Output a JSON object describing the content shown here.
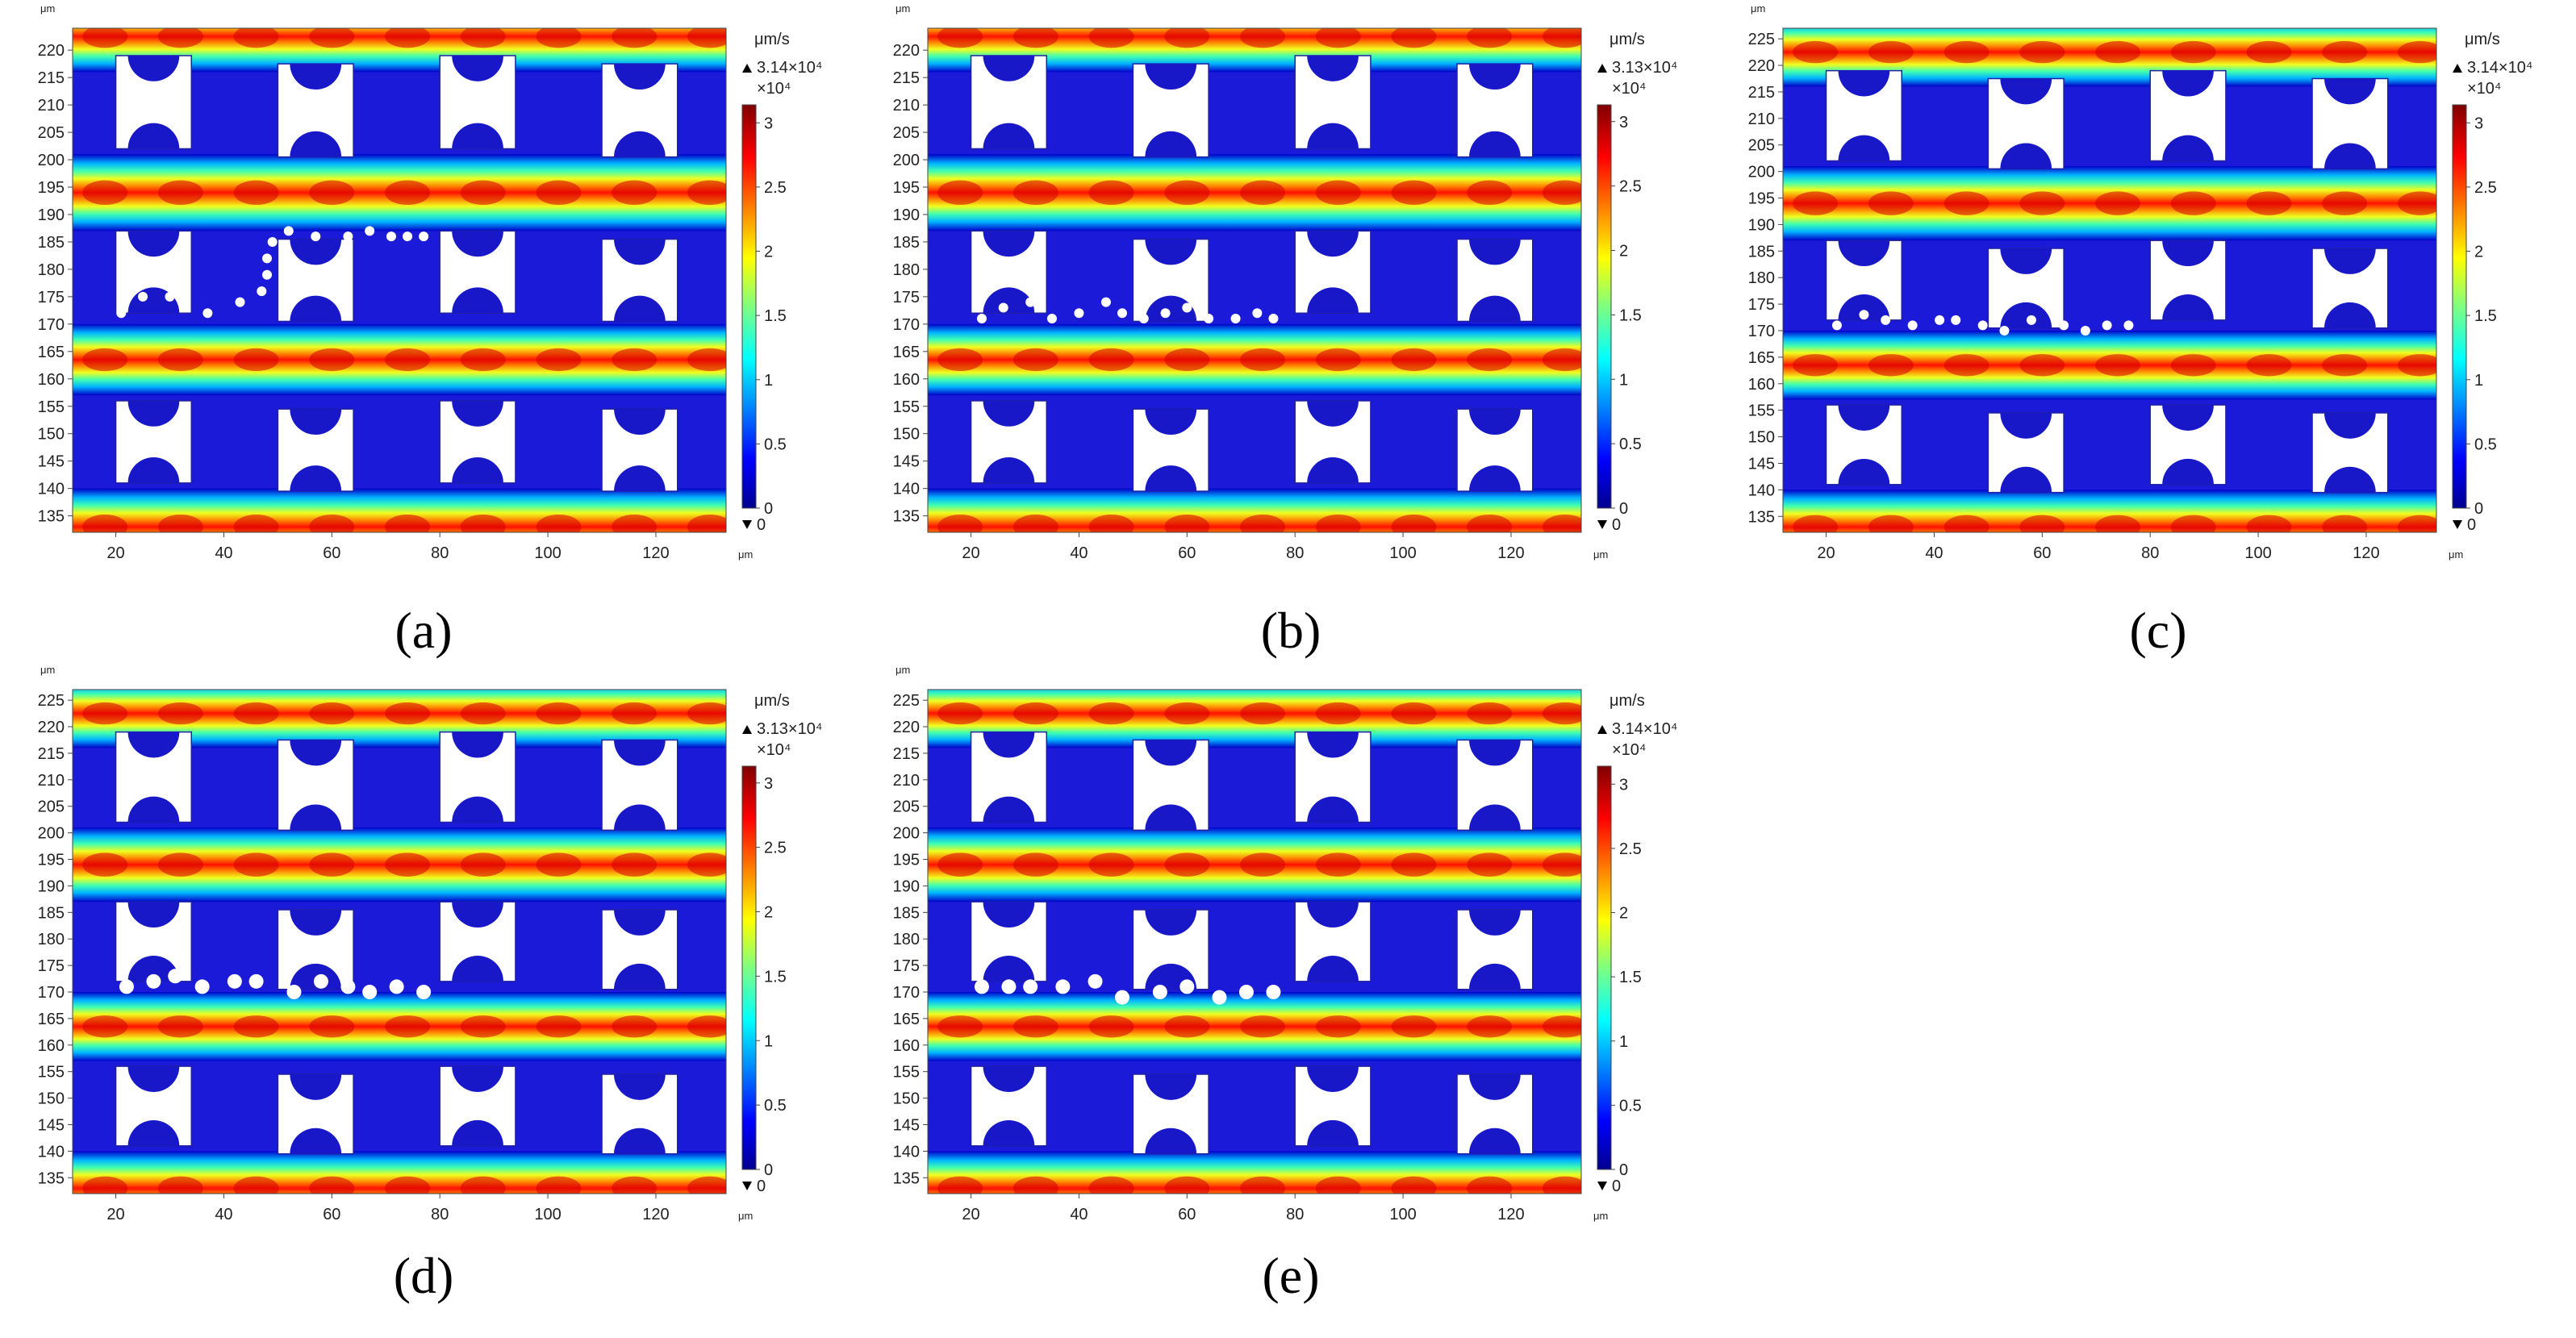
{
  "chart_data": [
    {
      "type": "heatmap",
      "caption": "(a)",
      "x_unit": "μm",
      "y_unit": "μm",
      "xlim": [
        12,
        133
      ],
      "ylim": [
        132,
        224
      ],
      "x_ticks": [
        20,
        40,
        60,
        80,
        100,
        120
      ],
      "y_ticks": [
        135,
        140,
        145,
        150,
        155,
        160,
        165,
        170,
        175,
        180,
        185,
        190,
        195,
        200,
        205,
        210,
        215,
        220
      ],
      "colorbar": {
        "unit": "μm/s",
        "max_label": "3.14×10⁴",
        "multiplier": "×10⁴",
        "min_label": "0",
        "ticks": [
          "0",
          "0.5",
          "1",
          "1.5",
          "2",
          "2.5",
          "3"
        ],
        "range": [
          0,
          3.14
        ]
      },
      "particle_trajectory": [
        [
          21,
          172
        ],
        [
          25,
          175
        ],
        [
          30,
          175
        ],
        [
          37,
          172
        ],
        [
          43,
          174
        ],
        [
          47,
          176
        ],
        [
          48,
          179
        ],
        [
          48,
          182
        ],
        [
          49,
          185
        ],
        [
          52,
          187
        ],
        [
          57,
          186
        ],
        [
          63,
          186
        ],
        [
          67,
          187
        ],
        [
          71,
          186
        ],
        [
          74,
          186
        ],
        [
          77,
          186
        ]
      ]
    },
    {
      "type": "heatmap",
      "caption": "(b)",
      "x_unit": "μm",
      "y_unit": "μm",
      "xlim": [
        12,
        133
      ],
      "ylim": [
        132,
        224
      ],
      "x_ticks": [
        20,
        40,
        60,
        80,
        100,
        120
      ],
      "y_ticks": [
        135,
        140,
        145,
        150,
        155,
        160,
        165,
        170,
        175,
        180,
        185,
        190,
        195,
        200,
        205,
        210,
        215,
        220
      ],
      "colorbar": {
        "unit": "μm/s",
        "max_label": "3.13×10⁴",
        "multiplier": "×10⁴",
        "min_label": "0",
        "ticks": [
          "0",
          "0.5",
          "1",
          "1.5",
          "2",
          "2.5",
          "3"
        ],
        "range": [
          0,
          3.13
        ]
      },
      "particle_trajectory": [
        [
          22,
          171
        ],
        [
          26,
          173
        ],
        [
          31,
          174
        ],
        [
          35,
          171
        ],
        [
          40,
          172
        ],
        [
          45,
          174
        ],
        [
          48,
          172
        ],
        [
          52,
          171
        ],
        [
          56,
          172
        ],
        [
          60,
          173
        ],
        [
          64,
          171
        ],
        [
          69,
          171
        ],
        [
          73,
          172
        ],
        [
          76,
          171
        ]
      ]
    },
    {
      "type": "heatmap",
      "caption": "(c)",
      "x_unit": "μm",
      "y_unit": "μm",
      "xlim": [
        12,
        133
      ],
      "ylim": [
        132,
        227
      ],
      "x_ticks": [
        20,
        40,
        60,
        80,
        100,
        120
      ],
      "y_ticks": [
        135,
        140,
        145,
        150,
        155,
        160,
        165,
        170,
        175,
        180,
        185,
        190,
        195,
        200,
        205,
        210,
        215,
        220,
        225
      ],
      "colorbar": {
        "unit": "μm/s",
        "max_label": "3.14×10⁴",
        "multiplier": "×10⁴",
        "min_label": "0",
        "ticks": [
          "0",
          "0.5",
          "1",
          "1.5",
          "2",
          "2.5",
          "3"
        ],
        "range": [
          0,
          3.14
        ]
      },
      "particle_trajectory": [
        [
          22,
          171
        ],
        [
          27,
          173
        ],
        [
          31,
          172
        ],
        [
          36,
          171
        ],
        [
          41,
          172
        ],
        [
          44,
          172
        ],
        [
          49,
          171
        ],
        [
          53,
          170
        ],
        [
          58,
          172
        ],
        [
          64,
          171
        ],
        [
          68,
          170
        ],
        [
          72,
          171
        ],
        [
          76,
          171
        ]
      ]
    },
    {
      "type": "heatmap",
      "caption": "(d)",
      "x_unit": "μm",
      "y_unit": "μm",
      "xlim": [
        12,
        133
      ],
      "ylim": [
        132,
        227
      ],
      "x_ticks": [
        20,
        40,
        60,
        80,
        100,
        120
      ],
      "y_ticks": [
        135,
        140,
        145,
        150,
        155,
        160,
        165,
        170,
        175,
        180,
        185,
        190,
        195,
        200,
        205,
        210,
        215,
        220,
        225
      ],
      "colorbar": {
        "unit": "μm/s",
        "max_label": "3.13×10⁴",
        "multiplier": "×10⁴",
        "min_label": "0",
        "ticks": [
          "0",
          "0.5",
          "1",
          "1.5",
          "2",
          "2.5",
          "3"
        ],
        "range": [
          0,
          3.13
        ]
      },
      "particle_trajectory": [
        [
          22,
          171
        ],
        [
          27,
          172
        ],
        [
          31,
          173
        ],
        [
          36,
          171
        ],
        [
          42,
          172
        ],
        [
          46,
          172
        ],
        [
          53,
          170
        ],
        [
          58,
          172
        ],
        [
          63,
          171
        ],
        [
          67,
          170
        ],
        [
          72,
          171
        ],
        [
          77,
          170
        ]
      ]
    },
    {
      "type": "heatmap",
      "caption": "(e)",
      "x_unit": "μm",
      "y_unit": "μm",
      "xlim": [
        12,
        133
      ],
      "ylim": [
        132,
        227
      ],
      "x_ticks": [
        20,
        40,
        60,
        80,
        100,
        120
      ],
      "y_ticks": [
        135,
        140,
        145,
        150,
        155,
        160,
        165,
        170,
        175,
        180,
        185,
        190,
        195,
        200,
        205,
        210,
        215,
        220,
        225
      ],
      "colorbar": {
        "unit": "μm/s",
        "max_label": "3.14×10⁴",
        "multiplier": "×10⁴",
        "min_label": "0",
        "ticks": [
          "0",
          "0.5",
          "1",
          "1.5",
          "2",
          "2.5",
          "3"
        ],
        "range": [
          0,
          3.14
        ]
      },
      "particle_trajectory": [
        [
          22,
          171
        ],
        [
          27,
          171
        ],
        [
          31,
          171
        ],
        [
          37,
          171
        ],
        [
          43,
          172
        ],
        [
          48,
          169
        ],
        [
          55,
          170
        ],
        [
          60,
          171
        ],
        [
          66,
          169
        ],
        [
          71,
          170
        ],
        [
          76,
          170
        ]
      ]
    }
  ]
}
